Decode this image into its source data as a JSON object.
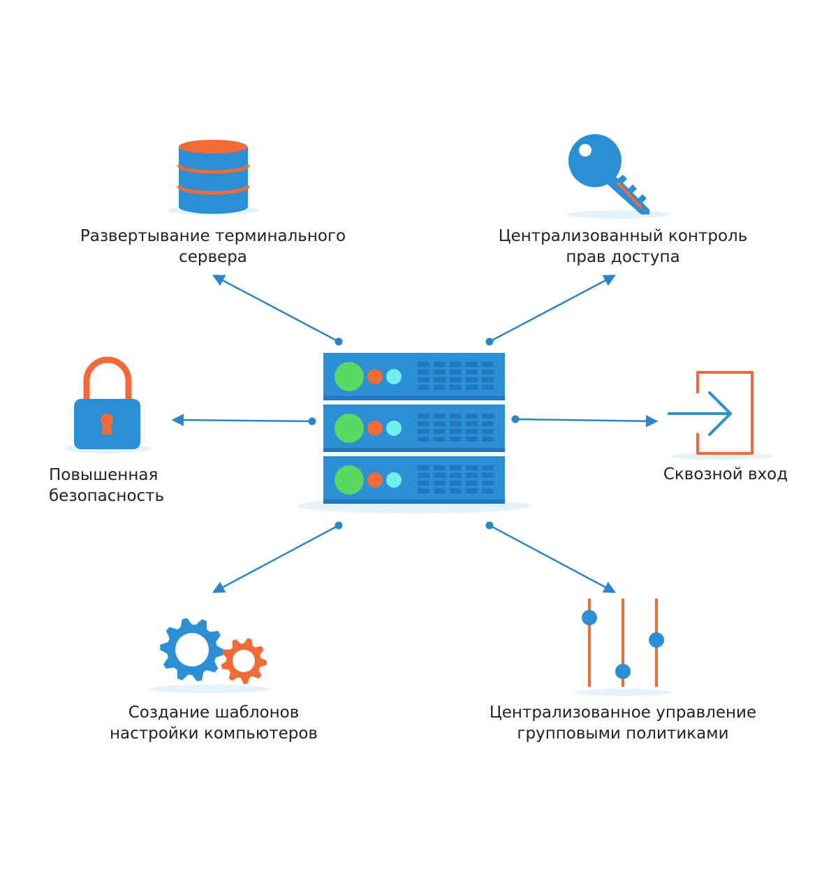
{
  "colors": {
    "blue": "#2b8fd6",
    "blue_dark": "#2378bd",
    "orange": "#f26a36",
    "green": "#5ad862",
    "cyan": "#6ff0ef",
    "arrow": "#2a86c8",
    "shadow": "#e4f2fb"
  },
  "hub": {
    "icon": "server-rack-icon",
    "units": 3
  },
  "nodes": [
    {
      "id": "terminal",
      "icon": "database-icon",
      "lines": [
        "Развертывание терминального",
        "сервера"
      ]
    },
    {
      "id": "access",
      "icon": "key-icon",
      "lines": [
        "Централизованный контроль",
        "прав доступа"
      ]
    },
    {
      "id": "security",
      "icon": "padlock-icon",
      "lines": [
        "Повышенная",
        "безопасность"
      ]
    },
    {
      "id": "sso",
      "icon": "sign-in-icon",
      "lines": [
        "Сквозной вход"
      ]
    },
    {
      "id": "templates",
      "icon": "gears-icon",
      "lines": [
        "Создание шаблонов",
        "настройки компьютеров"
      ]
    },
    {
      "id": "policies",
      "icon": "sliders-icon",
      "lines": [
        "Централизованное управление",
        "групповыми политиками"
      ]
    }
  ]
}
